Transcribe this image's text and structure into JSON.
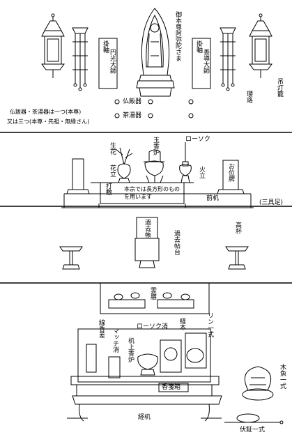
{
  "colors": {
    "ink": "#000000",
    "paper": "#ffffff"
  },
  "tier1": {
    "honzon": "御本尊阿弥陀さま",
    "left_scroll": "円光大師",
    "left_scroll_title": "掛軸",
    "right_scroll": "善導大師",
    "right_scroll_title": "掛軸",
    "hanging_lantern": "吊灯籠",
    "yoraku": "瓔珞",
    "legend_butsuhanki": "仏飯器",
    "legend_chatouki": "茶湯器",
    "note_line1": "仏飯器・茶湯器は一つ(本尊)",
    "note_line2": "又は三つ(本尊・先祖・無縁さん)"
  },
  "tier2": {
    "candle": "ローソク",
    "candle_stand": "火立",
    "incense_burner": "玉香炉",
    "flowers": "生花",
    "vase": "花立",
    "memorial_tablet": "お位牌",
    "mat": "打敷",
    "front_table": "前机",
    "table_note": "本宗では長方形のものを用います",
    "sangusoku": "(三具足)"
  },
  "tier3": {
    "kakocho": "過去帳",
    "kakocho_stand": "過去帖台",
    "takatsuki": "高杯"
  },
  "tier4": {
    "offering_tray": "霊膳",
    "incense_box": "線香差",
    "match_holder": "マッチ消",
    "candle_snuffer": "ローソク消",
    "sutra_stand": "経本",
    "desk_incense": "机上香炉",
    "rin": "リン一式",
    "mokugyo": "木魚一式",
    "kosen_box": "香箋箱",
    "sutra_desk": "経机",
    "fusekane": "伏鉦一式"
  }
}
